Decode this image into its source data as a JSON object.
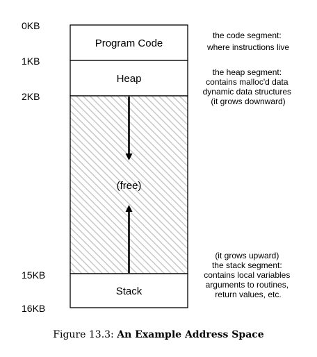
{
  "address_labels": {
    "kb0": "0KB",
    "kb1": "1KB",
    "kb2": "2KB",
    "kb15": "15KB",
    "kb16": "16KB"
  },
  "segments": {
    "code": "Program Code",
    "heap": "Heap",
    "free": "(free)",
    "stack": "Stack"
  },
  "notes": {
    "code": [
      "the code segment:",
      "where instructions live"
    ],
    "heap": [
      "the heap segment:",
      "contains malloc'd data",
      "dynamic data structures",
      "(it grows downward)"
    ],
    "stack": [
      "(it grows upward)",
      "the stack segment:",
      "contains local variables",
      "arguments to routines,",
      "return values, etc."
    ]
  },
  "caption": {
    "prefix": "Figure 13.3:",
    "title": "An Example Address Space"
  },
  "colors": {
    "hatch": "#c8c8c8",
    "outline": "#000000"
  }
}
